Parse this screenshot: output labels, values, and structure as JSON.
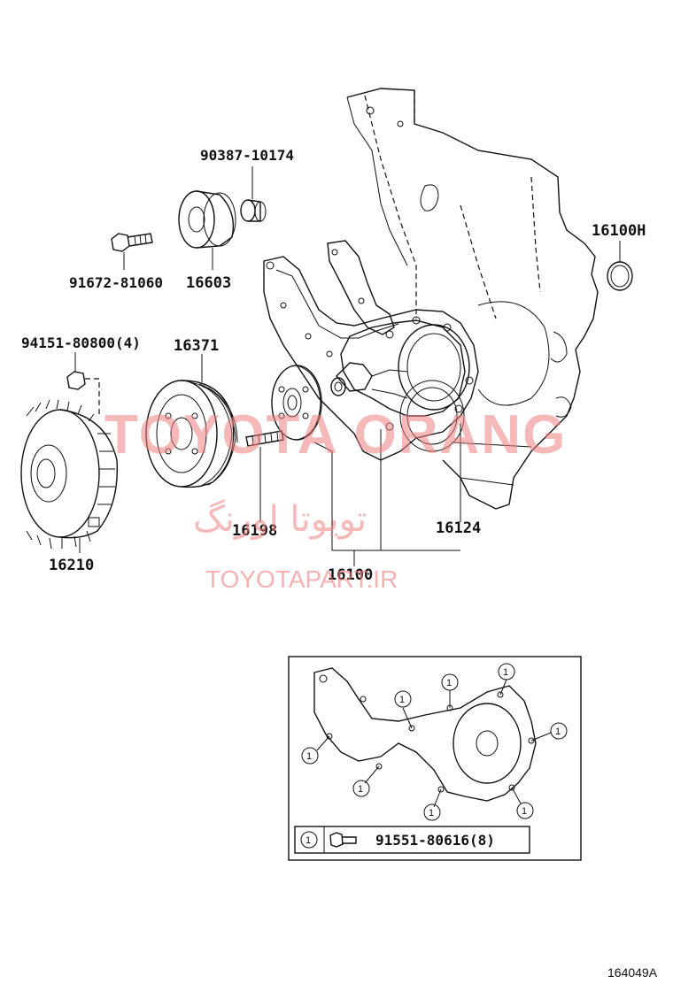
{
  "parts": {
    "p90387": "90387-10174",
    "p91672": "91672-81060",
    "p16603": "16603",
    "p94151": "94151-80800(4)",
    "p16371": "16371",
    "p16100H": "16100H",
    "p16210": "16210",
    "p16198": "16198",
    "p16124": "16124",
    "p16100": "16100"
  },
  "inset": {
    "callout_symbol": "1",
    "bolt_part": "91551-80616(8)"
  },
  "watermark": {
    "brand": "TOYOTA ORANG",
    "farsi": "تویوتا اورنگ",
    "url": "TOYOTAPART.IR"
  },
  "figure_ref": "164049A"
}
